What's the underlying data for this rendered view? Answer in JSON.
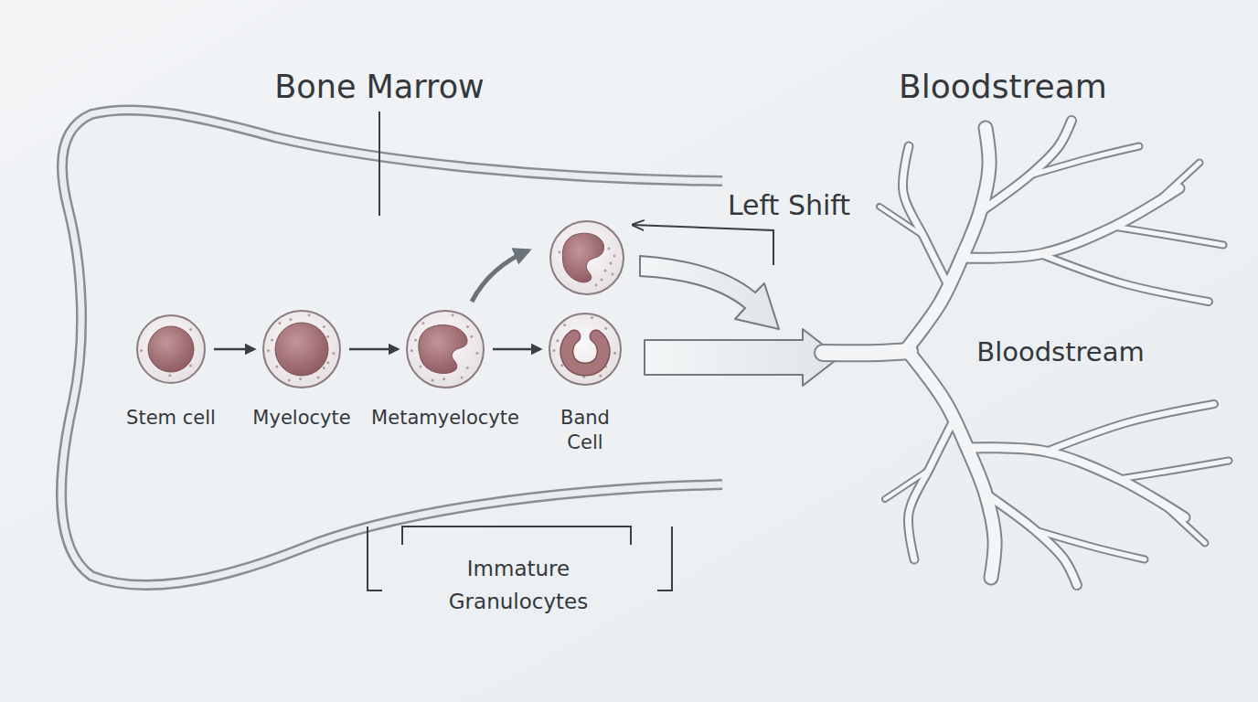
{
  "diagram": {
    "nodes": [
      {
        "text": [
          "Stem cell"
        ]
      },
      {
        "text": [
          "Myelocyte"
        ]
      },
      {
        "text": [
          "Metamyelocyte"
        ]
      },
      {
        "text": [
          "Band Cell"
        ]
      }
    ],
    "edges": [
      {
        "from": 0,
        "to": 1,
        "arrow": "to"
      },
      {
        "from": 1,
        "to": 2,
        "arrow": "to"
      },
      {
        "from": 2,
        "to": 3,
        "arrow": "to"
      }
    ],
    "labels": [
      "Bone Marrow",
      "Bloodstream",
      "Left Shift",
      "Bloodstream",
      "Immature Granulocytes"
    ]
  }
}
